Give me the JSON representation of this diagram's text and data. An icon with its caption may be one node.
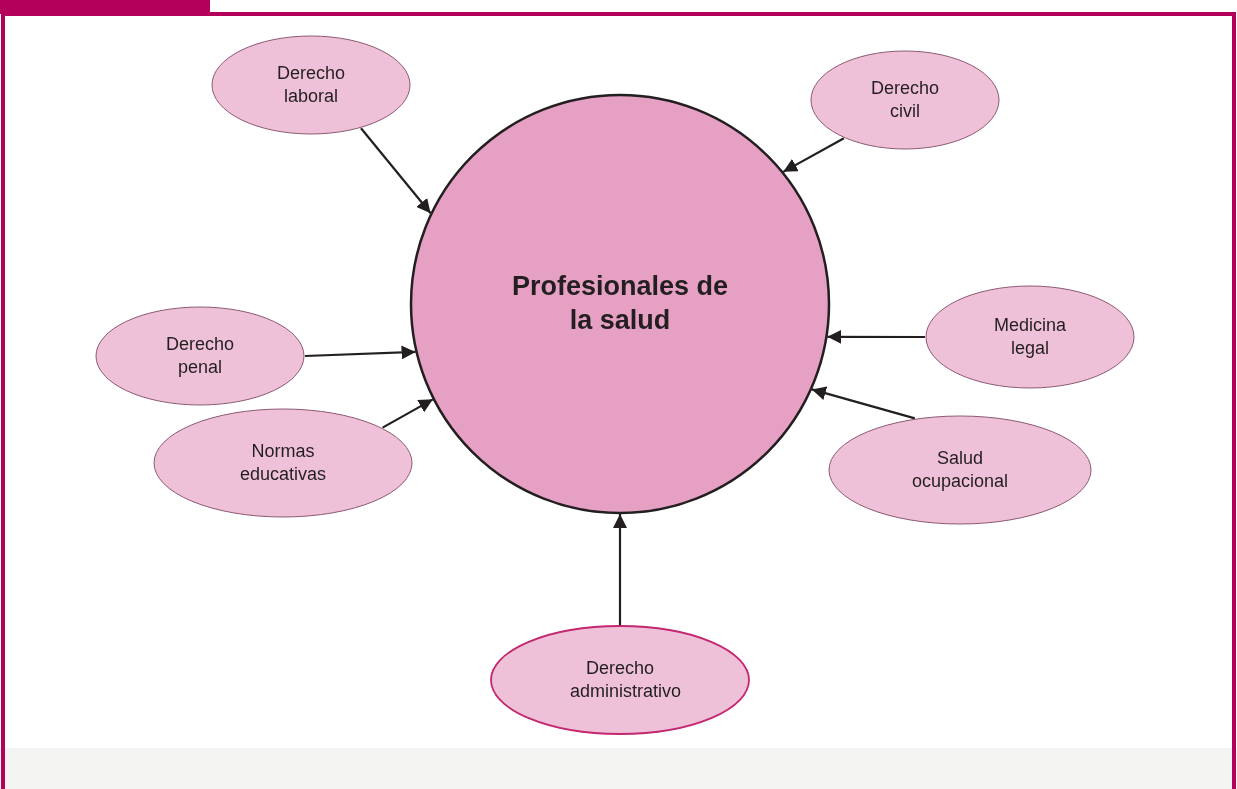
{
  "diagram": {
    "nodes": [
      {
        "text": [
          "Profesionales de la salud"
        ]
      },
      {
        "text": [
          "Derecho laboral"
        ]
      },
      {
        "text": [
          "Derecho civil"
        ]
      },
      {
        "text": [
          "Derecho penal"
        ]
      },
      {
        "text": [
          "Medicina legal"
        ]
      },
      {
        "text": [
          "Normas educativas"
        ]
      },
      {
        "text": [
          "Salud ocupacional"
        ]
      },
      {
        "text": [
          "Derecho administrativo"
        ]
      }
    ],
    "edges": [
      {
        "from": 1,
        "to": 0,
        "arrow": "to"
      },
      {
        "from": 2,
        "to": 0,
        "arrow": "to"
      },
      {
        "from": 3,
        "to": 0,
        "arrow": "to"
      },
      {
        "from": 4,
        "to": 0,
        "arrow": "to"
      },
      {
        "from": 5,
        "to": 0,
        "arrow": "to"
      },
      {
        "from": 6,
        "to": 0,
        "arrow": "to"
      },
      {
        "from": 7,
        "to": 0,
        "arrow": "to"
      }
    ]
  }
}
